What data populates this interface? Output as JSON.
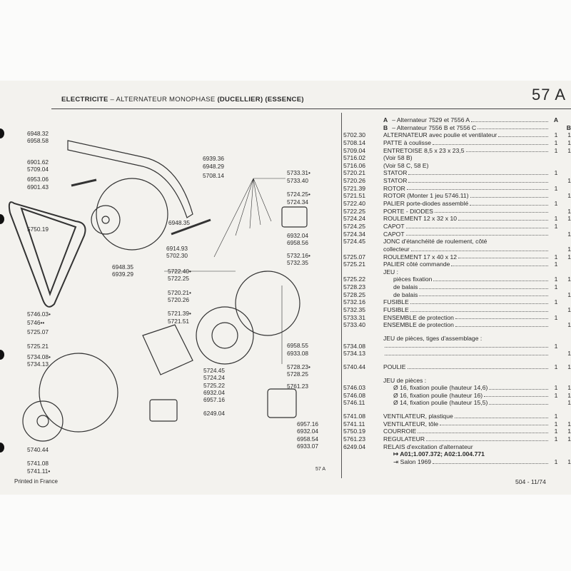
{
  "header": {
    "title_bold": "ELECTRICITE",
    "title_rest": " – ALTERNATEUR MONOPHASE ",
    "title_tail": "(DUCELLIER) (ESSENCE)",
    "section": "57 A"
  },
  "list": {
    "variant_a": {
      "code": "A",
      "text": "– Alternateur 7529 et 7556 A",
      "mark": "A"
    },
    "variant_b": {
      "code": "B",
      "text": "– Alternateur 7556 B et 7556 C",
      "mark": "B"
    },
    "rows": [
      {
        "code": "5702.30",
        "desc": "ALTERNATEUR avec poulie et ventilateur",
        "a": "1",
        "b": "1"
      },
      {
        "code": "5708.14",
        "desc": "PATTE à coulisse",
        "a": "1",
        "b": "1"
      },
      {
        "code": "5709.04",
        "desc": "ENTRETOISE 8,5 x 23 x 23,5",
        "a": "1",
        "b": "1"
      },
      {
        "code": "5716.02",
        "desc": "(Voir 58 B)"
      },
      {
        "code": "5716.06",
        "desc": "(Voir 58 C, 58 E)"
      },
      {
        "code": "5720.21",
        "desc": "STATOR",
        "a": "1"
      },
      {
        "code": "5720.26",
        "desc": "STATOR",
        "b": "1"
      },
      {
        "code": "5721.39",
        "desc": "ROTOR",
        "a": "1"
      },
      {
        "code": "5721.51",
        "desc": "ROTOR (Monter 1 jeu 5746.11)",
        "b": "1"
      },
      {
        "code": "5722.40",
        "desc": "PALIER porte-diodes assemblé",
        "a": "1"
      },
      {
        "code": "5722.25",
        "desc": "PORTE - DIODES",
        "b": "1"
      },
      {
        "code": "5724.24",
        "desc": "ROULEMENT 12 x 32 x 10",
        "a": "1",
        "b": "1"
      },
      {
        "code": "5724.25",
        "desc": "CAPOT",
        "a": "1"
      },
      {
        "code": "5724.34",
        "desc": "CAPOT",
        "b": "1"
      },
      {
        "code": "5724.45",
        "desc": "JONC d'étanchéité de roulement, côté"
      },
      {
        "code": "",
        "desc": "collecteur",
        "b": "1"
      },
      {
        "code": "5725.07",
        "desc": "ROULEMENT 17 x 40 x 12",
        "a": "1",
        "b": "1"
      },
      {
        "code": "5725.21",
        "desc": "PALIER côté commande",
        "a": "1"
      },
      {
        "code": "",
        "desc": "JEU :"
      },
      {
        "code": "5725.22",
        "desc": "pièces fixation",
        "a": "1",
        "b": "1",
        "indent": true
      },
      {
        "code": "5728.23",
        "desc": "de balais",
        "a": "1",
        "indent": true
      },
      {
        "code": "5728.25",
        "desc": "de balais",
        "b": "1",
        "indent": true
      },
      {
        "code": "5732.16",
        "desc": "FUSIBLE",
        "a": "1"
      },
      {
        "code": "5732.35",
        "desc": "FUSIBLE",
        "b": "1"
      },
      {
        "code": "5733.31",
        "desc": "ENSEMBLE de protection",
        "a": "1"
      },
      {
        "code": "5733.40",
        "desc": "ENSEMBLE de protection",
        "b": "1"
      },
      {
        "gap": true
      },
      {
        "code": "",
        "desc": "JEU de pièces, tiges d'assemblage :"
      },
      {
        "code": "5734.08",
        "desc": "",
        "a": "1"
      },
      {
        "code": "5734.13",
        "desc": "",
        "b": "1"
      },
      {
        "gap": true
      },
      {
        "code": "5740.44",
        "desc": "POULIE",
        "a": "1",
        "b": "1"
      },
      {
        "gap": true
      },
      {
        "code": "",
        "desc": "JEU de pièces :"
      },
      {
        "code": "5746.03",
        "desc": "Ø 16, fixation poulie (hauteur 14,6)",
        "a": "1",
        "b": "1",
        "indent": true
      },
      {
        "code": "5746.08",
        "desc": "Ø 16, fixation poulie (hauteur 16)",
        "a": "1",
        "b": "1",
        "indent": true
      },
      {
        "code": "5746.11",
        "desc": "Ø 14, fixation poulie (hauteur 15,5)",
        "b": "1",
        "indent": true
      },
      {
        "gap": true
      },
      {
        "code": "5741.08",
        "desc": "VENTILATEUR, plastique",
        "a": "1"
      },
      {
        "code": "5741.11",
        "desc": "VENTILATEUR, tôle",
        "a": "1",
        "b": "1"
      },
      {
        "code": "5750.19",
        "desc": "COURROIE",
        "a": "1",
        "b": "1"
      },
      {
        "code": "5761.23",
        "desc": "REGULATEUR",
        "a": "1",
        "b": "1"
      },
      {
        "code": "6249.04",
        "desc": "RELAIS d'excitation d'alternateur"
      },
      {
        "code": "",
        "desc": "↦ A01;1.007.372; A02:1.004.771",
        "bold": true,
        "indent": true
      },
      {
        "code": "",
        "desc": "⇥ Salon 1969",
        "a": "1",
        "b": "1",
        "indent": true
      }
    ]
  },
  "diagram": {
    "labels": [
      "6948.32",
      "6958.58",
      "6901.62",
      "5709.04",
      "6953.06",
      "6901.43",
      "5750.19",
      "6939.36",
      "6948.29",
      "5708.14",
      "6948.35",
      "6914.93",
      "5702.30",
      "6948.35",
      "6939.29",
      "5733.31•",
      "5733.40",
      "5724.25•",
      "5724.34",
      "6932.04",
      "6958.56",
      "5732.16•",
      "5732.35",
      "5722.40•",
      "5722.25",
      "5720.21•",
      "5720.26",
      "5721.39•",
      "5721.51",
      "6958.55",
      "6933.08",
      "5728.23•",
      "5728.25",
      "5724.45",
      "5724.24",
      "5725.22",
      "6932.04",
      "6957.16",
      "6249.04",
      "5761.23",
      "6957.16",
      "6932.04",
      "6958.54",
      "6933.07",
      "5746.03•",
      "5746••",
      "5725.07",
      "5725.21",
      "5734.08•",
      "5734.13",
      "5740.44",
      "5741.08",
      "5741.11•",
      "57 A"
    ]
  },
  "footer": {
    "printed": "Printed in France",
    "page_ref": "504 - 11/74"
  }
}
